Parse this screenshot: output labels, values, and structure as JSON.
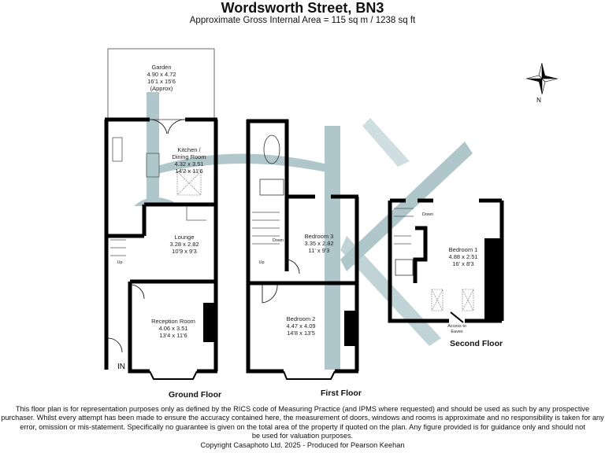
{
  "header": {
    "title": "Wordsworth Street, BN3",
    "subtitle": "Approximate Gross Internal Area = 115 sq m / 1238 sq ft"
  },
  "rooms": {
    "garden": {
      "name": "Garden",
      "metric": "4.90 x 4.72",
      "imperial": "16'1 x 15'6",
      "note": "(Approx)"
    },
    "kitchen": {
      "name": "Kitchen /",
      "name2": "Dining Room",
      "metric": "4.32 x 3.51",
      "imperial": "14'2 x 11'6"
    },
    "lounge": {
      "name": "Lounge",
      "metric": "3.28 x 2.82",
      "imperial": "10'9 x 9'3"
    },
    "reception": {
      "name": "Reception Room",
      "metric": "4.06 x 3.51",
      "imperial": "13'4 x 11'6"
    },
    "bedroom3": {
      "name": "Bedroom 3",
      "metric": "3.35 x 2.82",
      "imperial": "11' x 9'3"
    },
    "bedroom2": {
      "name": "Bedroom 2",
      "metric": "4.47 x 4.09",
      "imperial": "14'8 x 13'5"
    },
    "bedroom1": {
      "name": "Bedroom 1",
      "metric": "4.88 x 2.51",
      "imperial": "16' x 8'3"
    }
  },
  "annotations": {
    "in": "IN",
    "up": "Up",
    "down": "Down",
    "eaves1": "Access to",
    "eaves2": "Eaves",
    "north": "N"
  },
  "floors": {
    "ground": "Ground Floor",
    "first": "First Floor",
    "second": "Second Floor"
  },
  "disclaimer": {
    "line1": "This floor plan is for representation purposes only as defined by the RICS code of Measuring Practice (and IPMS where requested) and should be used as such by any prospective",
    "line2": "purchaser. Whilst every attempt has been made to ensure the accuracy contained here, the measurement of doors, windows and rooms is approximate and no responsibility is taken for any",
    "line3": "error, omission or mis-statement. Specifically no guarantee is given on the total area of the property if quoted on the plan. Any figure provided is for guidance only and should not",
    "line4": "be used for valuation purposes.",
    "copyright": "Copyright Casaphoto Ltd. 2025 - Produced for Pearson Keehan"
  },
  "colors": {
    "wall": "#000000",
    "watermark": "#a7c2c6"
  }
}
